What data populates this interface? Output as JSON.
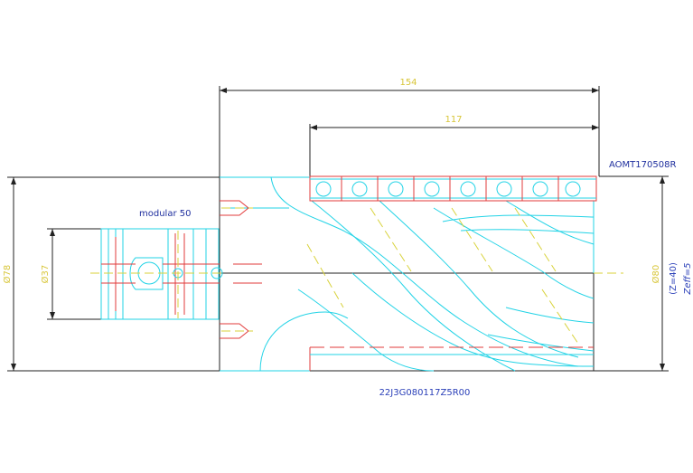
{
  "dimensions": {
    "overall_length": "154",
    "flute_length": "117",
    "left_diameter": "Ø78",
    "bore_diameter": "Ø37",
    "right_diameter": "Ø80"
  },
  "labels": {
    "insert": "AOMT170508R",
    "adapter": "modular 50",
    "part_number": "22J3G080117Z5R00",
    "z_total": "(Z=40)",
    "z_eff": "Zeff=5"
  },
  "colors": {
    "geometry": "#22d3e6",
    "hidden": "#e23b3b",
    "centerline": "#d8d23a",
    "dimension": "#222222",
    "text": "#2a3fb8"
  }
}
